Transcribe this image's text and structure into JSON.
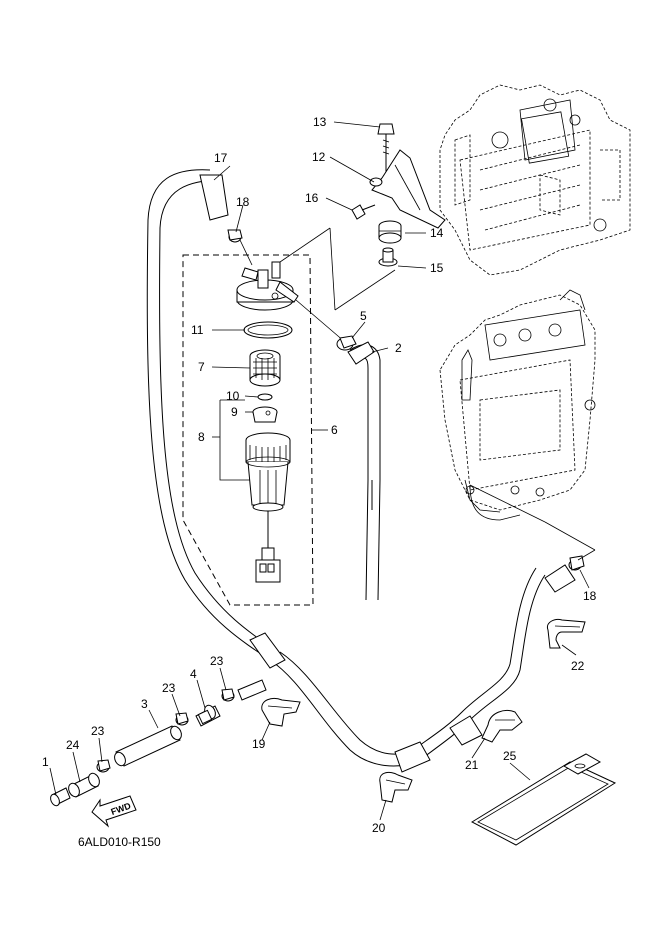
{
  "diagram": {
    "code": "6ALD010-R150",
    "fwd_label": "FWD",
    "callouts": [
      "1",
      "2",
      "3",
      "4",
      "5",
      "6",
      "7",
      "8",
      "9",
      "10",
      "11",
      "12",
      "13",
      "14",
      "15",
      "16",
      "17",
      "18",
      "18",
      "19",
      "20",
      "21",
      "22",
      "23",
      "23",
      "23",
      "24",
      "25"
    ]
  }
}
